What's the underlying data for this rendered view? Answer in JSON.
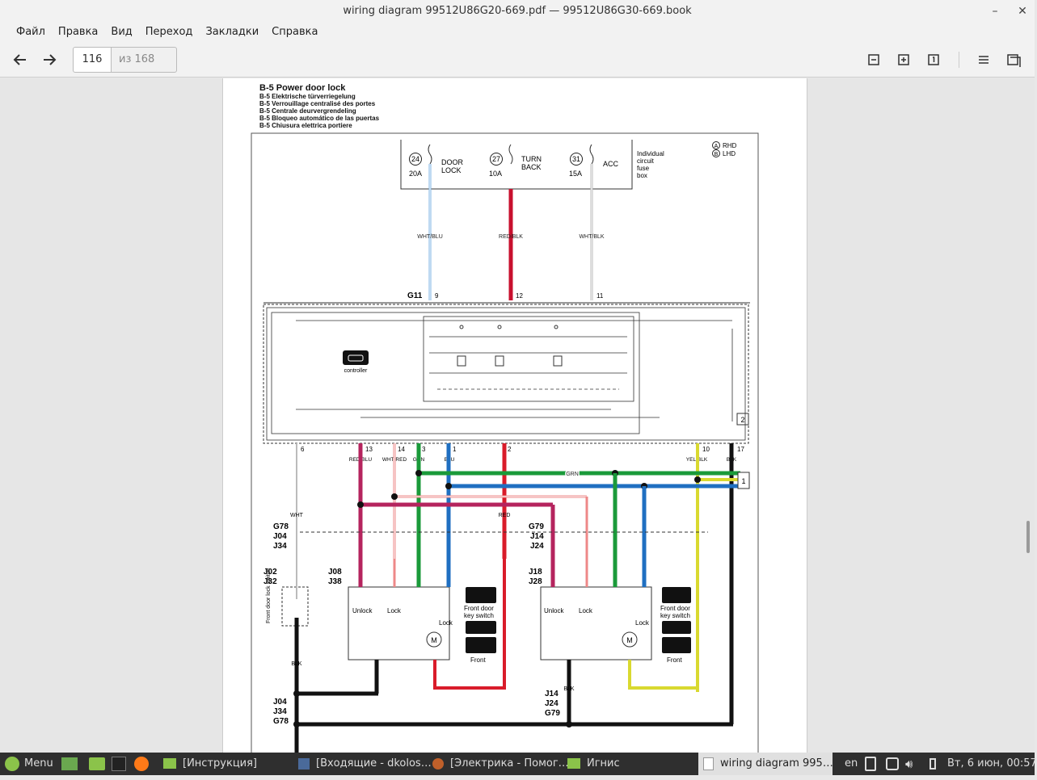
{
  "window": {
    "title": "wiring diagram 99512U86G20-669.pdf — 99512U86G30-669.book",
    "minimize": "–",
    "close": "✕"
  },
  "menu": [
    "Файл",
    "Правка",
    "Вид",
    "Переход",
    "Закладки",
    "Справка"
  ],
  "toolbar": {
    "page": "116",
    "of_pages": "из 168"
  },
  "doc": {
    "title": "B-5 Power door lock",
    "subtitles": [
      "B-5 Elektrische türverriegelung",
      "B-5 Verrouillage centralisé des portes",
      "B-5 Centrale deurvergrendeling",
      "B-5 Bloqueo automático de las puertas",
      "B-5 Chiusura elettrica portiere"
    ],
    "fuses": [
      {
        "num": "24",
        "amp": "20A",
        "label1": "DOOR",
        "label2": "LOCK"
      },
      {
        "num": "27",
        "amp": "10A",
        "label1": "TURN",
        "label2": "BACK"
      },
      {
        "num": "31",
        "amp": "15A",
        "label1": "ACC",
        "label2": ""
      }
    ],
    "fusebox_note": [
      "Individual",
      "circuit",
      "fuse",
      "box"
    ],
    "legend": [
      "RHD",
      "LHD"
    ],
    "wires_top": [
      "WHT/BLU",
      "RED/BLK",
      "WHT/BLK"
    ],
    "g11": {
      "name": "G11",
      "pins": [
        "9",
        "12",
        "11"
      ]
    },
    "controller": "controller",
    "g_pins": [
      "6",
      "13",
      "14",
      "3",
      "1",
      "2",
      "10",
      "17"
    ],
    "g_colors": [
      "RED/BLU",
      "WHT/RED",
      "GRN",
      "BLU",
      "YEL/BLK",
      "BLK"
    ],
    "bus_grn": "GRN",
    "red_label": "RED",
    "wht_label": "WHT",
    "g78": {
      "name": "G78",
      "a": "J04",
      "b": "J34"
    },
    "g79": {
      "name": "G79",
      "a": "J14",
      "b": "J24"
    },
    "j02": {
      "a": "J02",
      "b": "J32"
    },
    "j08": {
      "a": "J08",
      "b": "J38"
    },
    "j18": {
      "a": "J18",
      "b": "J28"
    },
    "unit": {
      "unlock": "Unlock",
      "lock": "Lock",
      "motor": "M",
      "key1": "Front door",
      "key2": "key switch",
      "front": "Front"
    },
    "lock_switch": "Front door lock switch",
    "blk": "BLK",
    "marks": [
      "A",
      "B",
      "1",
      "2"
    ]
  },
  "taskbar": {
    "menu": "Menu",
    "items": [
      "[Инструкция]",
      "[Входящие - dkolos…",
      "[Электрика - Помог…",
      "Игнис",
      "wiring diagram 995…"
    ],
    "lang": "en",
    "clock": "Вт, 6 июн, 00:57"
  }
}
